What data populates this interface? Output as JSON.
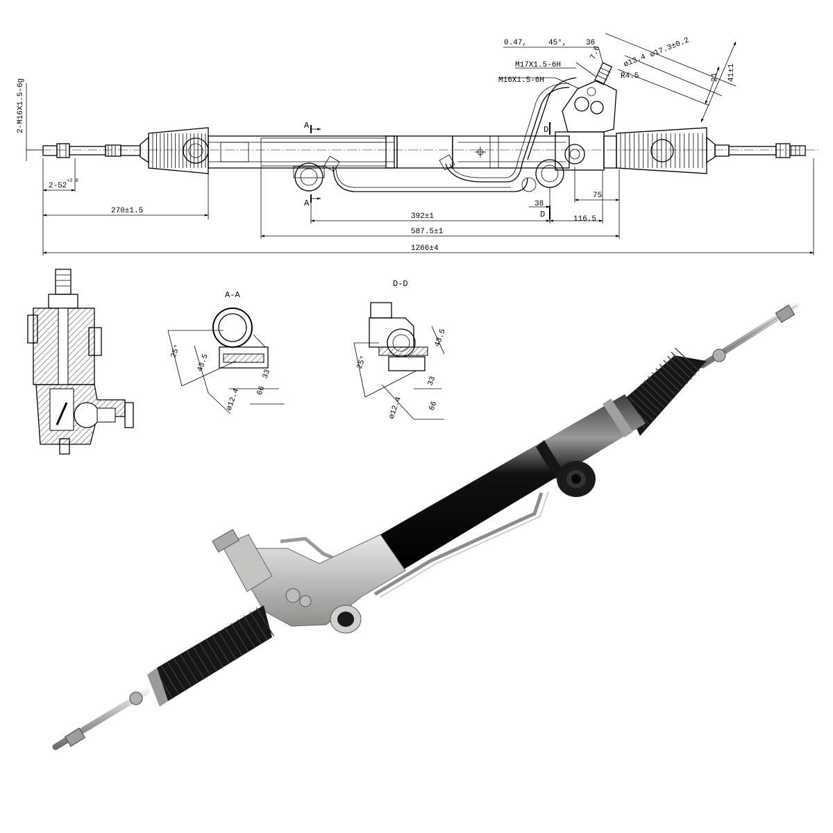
{
  "drawing": {
    "top_view": {
      "dimensions": {
        "chamfer": "0.47,",
        "angle": "45°,",
        "width_36": "36",
        "d_17": "ø17.3±0.2",
        "d_13": "ø13.4",
        "d_7": "7.6",
        "r_45": "R4.5",
        "h_21": "21",
        "h_41": "41±1",
        "thread_m17": "M17X1.5-6H",
        "thread_m16": "M16X1.5-6H",
        "thread_tie_rod": "2-M16X1.5-6g",
        "hole_52": "2-52",
        "hole_52_tol": "+2 0",
        "len_270": "270±1.5",
        "len_392": "392±1",
        "len_587": "587.5±1",
        "len_1266": "1266±4",
        "len_116": "116.5",
        "len_75": "75",
        "len_38": "38",
        "section_a": "A",
        "section_d": "D"
      }
    },
    "section_aa": {
      "title": "A-A",
      "angle": "25°",
      "h_43": "43.5",
      "w_33": "33",
      "w_66": "66",
      "d_12": "ø12.4"
    },
    "section_dd": {
      "title": "D-D",
      "angle": "25°",
      "h_43": "43.5",
      "w_33": "33",
      "w_66": "66",
      "d_12": "ø12.4"
    }
  },
  "colors": {
    "line": "#000000",
    "housing_black": "#0a0a0a",
    "aluminum": "#c9c9c6",
    "steel": "#b5b5b5",
    "boot": "#161616"
  },
  "photo": {
    "subject": "power-steering-rack-product-photo"
  }
}
